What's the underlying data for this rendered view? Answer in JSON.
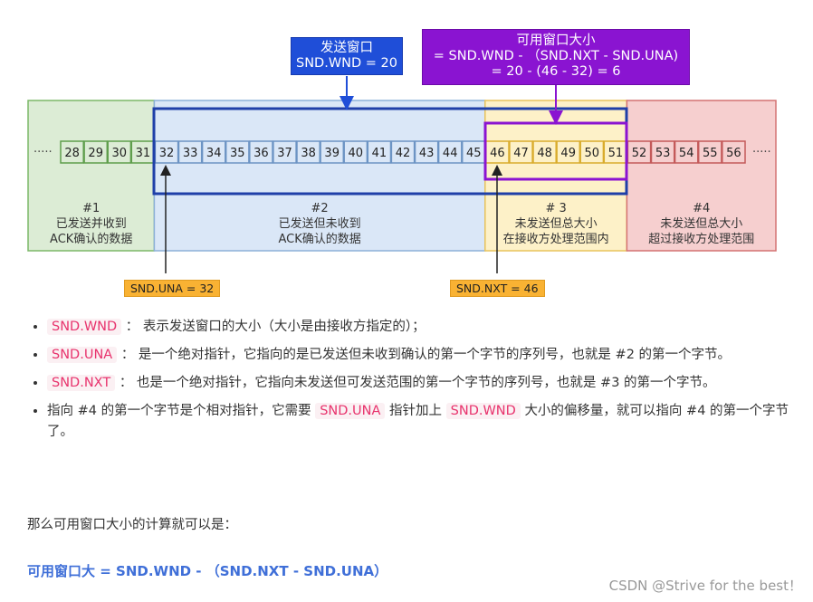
{
  "send_window_box": {
    "line1": "发送窗口",
    "line2": "SND.WND = 20",
    "color": "#1f4ed8"
  },
  "usable_window_box": {
    "line1": "可用窗口大小",
    "line2": "= SND.WND - （SND.NXT - SND.UNA)",
    "line3": "= 20 -   (46 - 32)   = 6",
    "color": "#8a14d1"
  },
  "sequence": {
    "left_ellipsis": "·····",
    "right_ellipsis": "·····",
    "numbers": [
      "28",
      "29",
      "30",
      "31",
      "32",
      "33",
      "34",
      "35",
      "36",
      "37",
      "38",
      "39",
      "40",
      "41",
      "42",
      "43",
      "44",
      "45",
      "46",
      "47",
      "48",
      "49",
      "50",
      "51",
      "52",
      "53",
      "54",
      "55",
      "56"
    ]
  },
  "regions": [
    {
      "id": "1",
      "label1": "#1",
      "label2": "已发送并收到",
      "label3": "ACK确认的数据",
      "fill": "#dcecd5",
      "stroke": "#7cb868"
    },
    {
      "id": "2",
      "label1": "#2",
      "label2": "已发送但未收到",
      "label3": "ACK确认的数据",
      "fill": "#dae7f7",
      "stroke": "#8cb0d8"
    },
    {
      "id": "3",
      "label1": "# 3",
      "label2": "未发送但总大小",
      "label3": "在接收方处理范围内",
      "fill": "#fdf1c8",
      "stroke": "#e9c45c"
    },
    {
      "id": "4",
      "label1": "#4",
      "label2": "未发送但总大小",
      "label3": "超过接收方处理范围",
      "fill": "#f6cfcf",
      "stroke": "#d47272"
    }
  ],
  "pointers": {
    "una": "SND.UNA = 32",
    "nxt": "SND.NXT = 46"
  },
  "bullets": [
    {
      "code": "SND.WND",
      "text": "： 表示发送窗口的大小（大小是由接收方指定的）；"
    },
    {
      "code": "SND.UNA",
      "text": "： 是一个绝对指针，它指向的是已发送但未收到确认的第一个字节的序列号，也就是 #2 的第一个字节。"
    },
    {
      "code": "SND.NXT",
      "text": "： 也是一个绝对指针，它指向未发送但可发送范围的第一个字节的序列号，也就是 #3 的第一个字节。"
    },
    {
      "pre": "指向 #4 的第一个字节是个相对指针，它需要 ",
      "code1": "SND.UNA",
      "mid": " 指针加上 ",
      "code2": "SND.WND",
      "post": " 大小的偏移量，就可以指向 #4 的第一个字节了。"
    }
  ],
  "paragraph": "那么可用窗口大小的计算就可以是：",
  "formula": "可用窗口大 = SND.WND - （SND.NXT - SND.UNA）",
  "watermark": "CSDN @Strive for the best！"
}
